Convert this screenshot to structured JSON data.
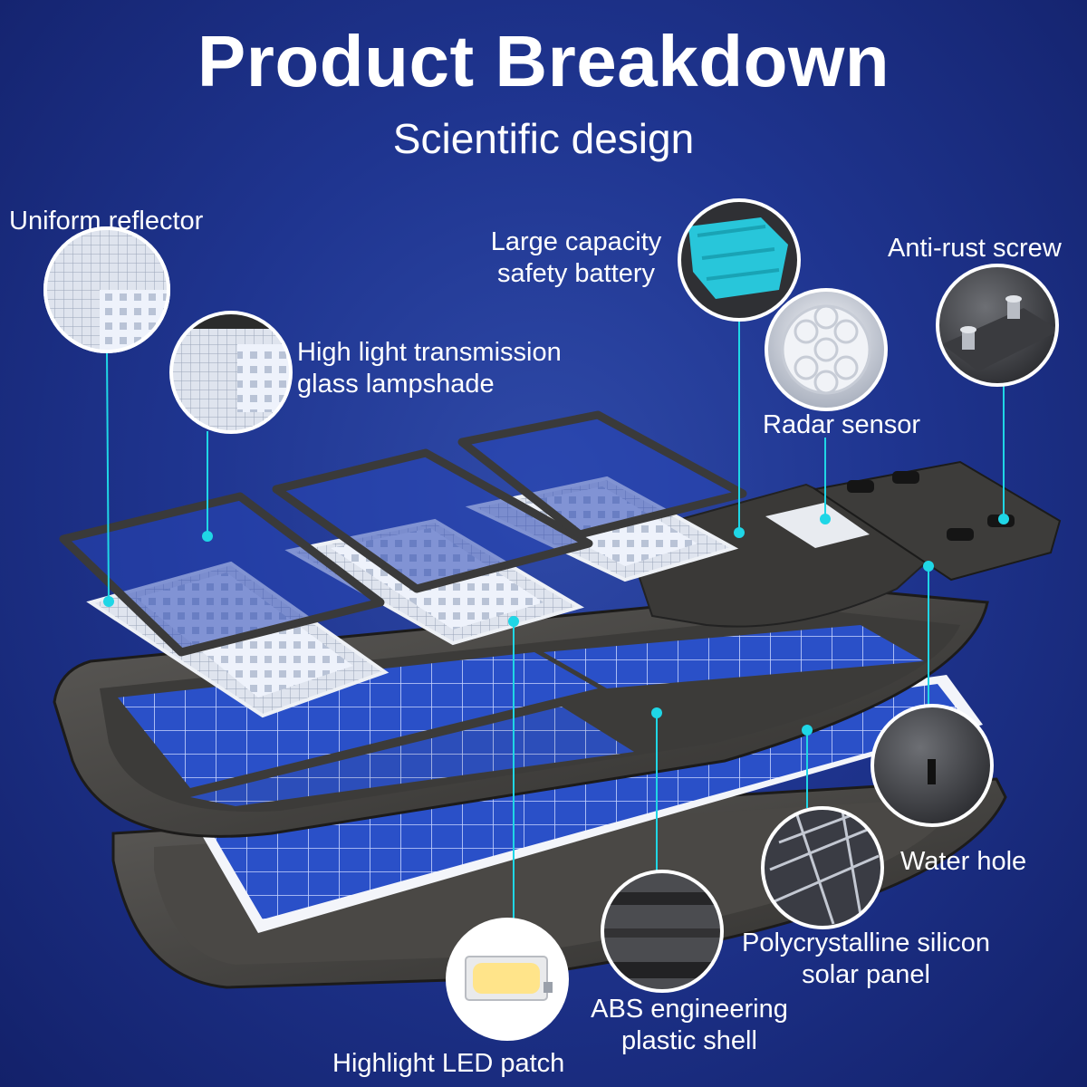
{
  "header": {
    "title": "Product Breakdown",
    "subtitle": "Scientific design"
  },
  "labels": {
    "uniform_reflector": "Uniform reflector",
    "glass_lampshade": [
      "High light transmission",
      "glass lampshade"
    ],
    "battery": [
      "Large capacity",
      "safety battery"
    ],
    "anti_rust_screw": "Anti-rust screw",
    "radar_sensor": "Radar sensor",
    "water_hole": "Water hole",
    "solar_panel": [
      "Polycrystalline silicon",
      "solar panel"
    ],
    "abs_shell": [
      "ABS engineering",
      "plastic shell"
    ],
    "led_patch": "Highlight LED patch"
  },
  "colors": {
    "background": "#1f3590",
    "accent_line": "#1fd6e6",
    "text": "#ffffff"
  }
}
